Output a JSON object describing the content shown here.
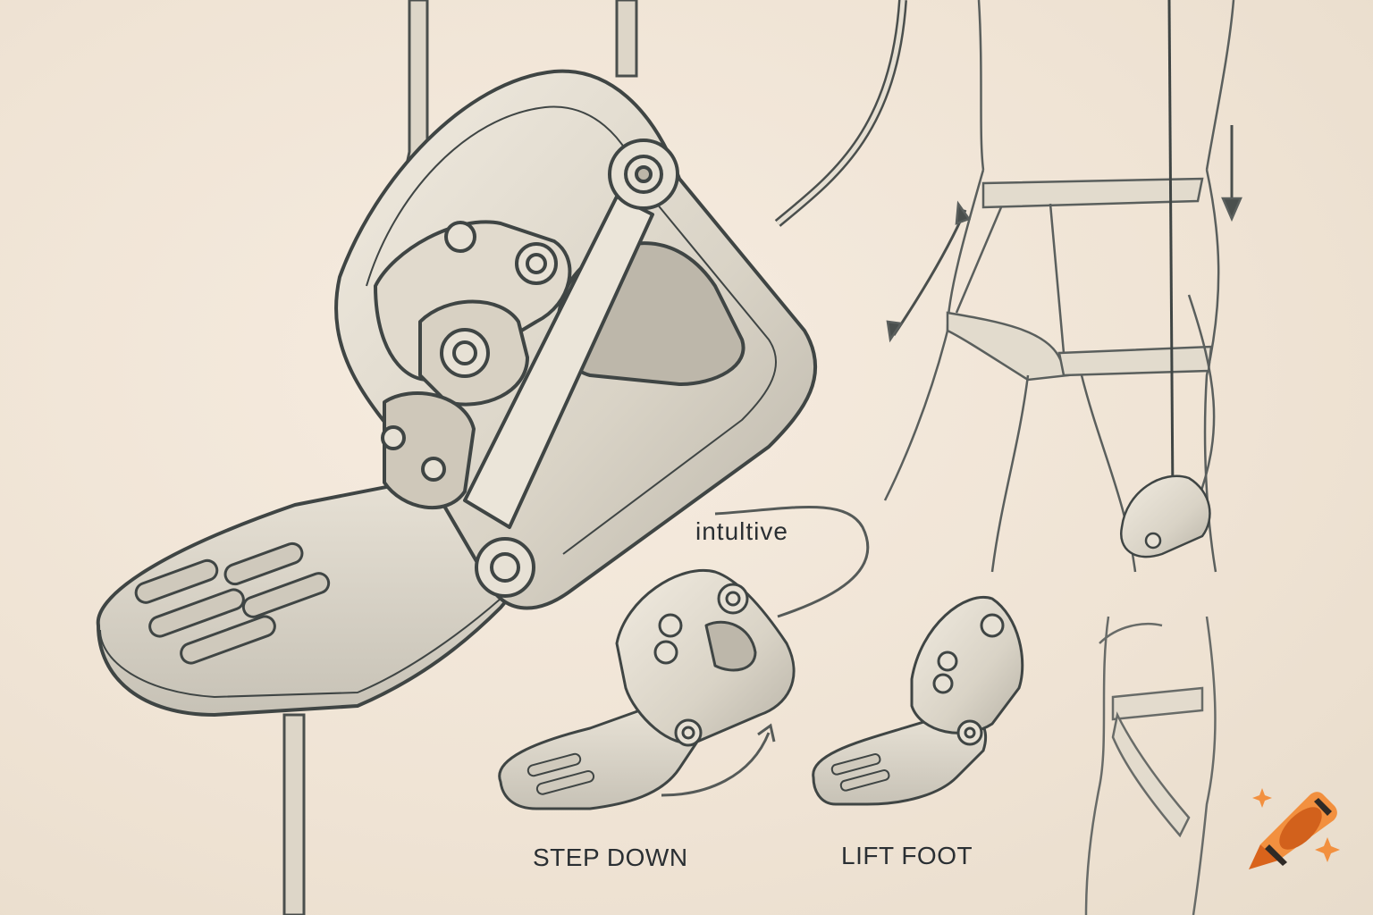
{
  "illustration": {
    "subject": "foot ascender device sketch",
    "palette": {
      "background": "#f3e8db",
      "line": "#3f4544",
      "shade": "#cfcabd",
      "fill": "#ebe3d4",
      "badge": "#e8782a"
    }
  },
  "labels": {
    "annotation": "intultive",
    "step_down": "STEP DOWN",
    "lift_foot": "LIFT FOOT"
  },
  "badge": {
    "icon": "crayon-icon"
  }
}
